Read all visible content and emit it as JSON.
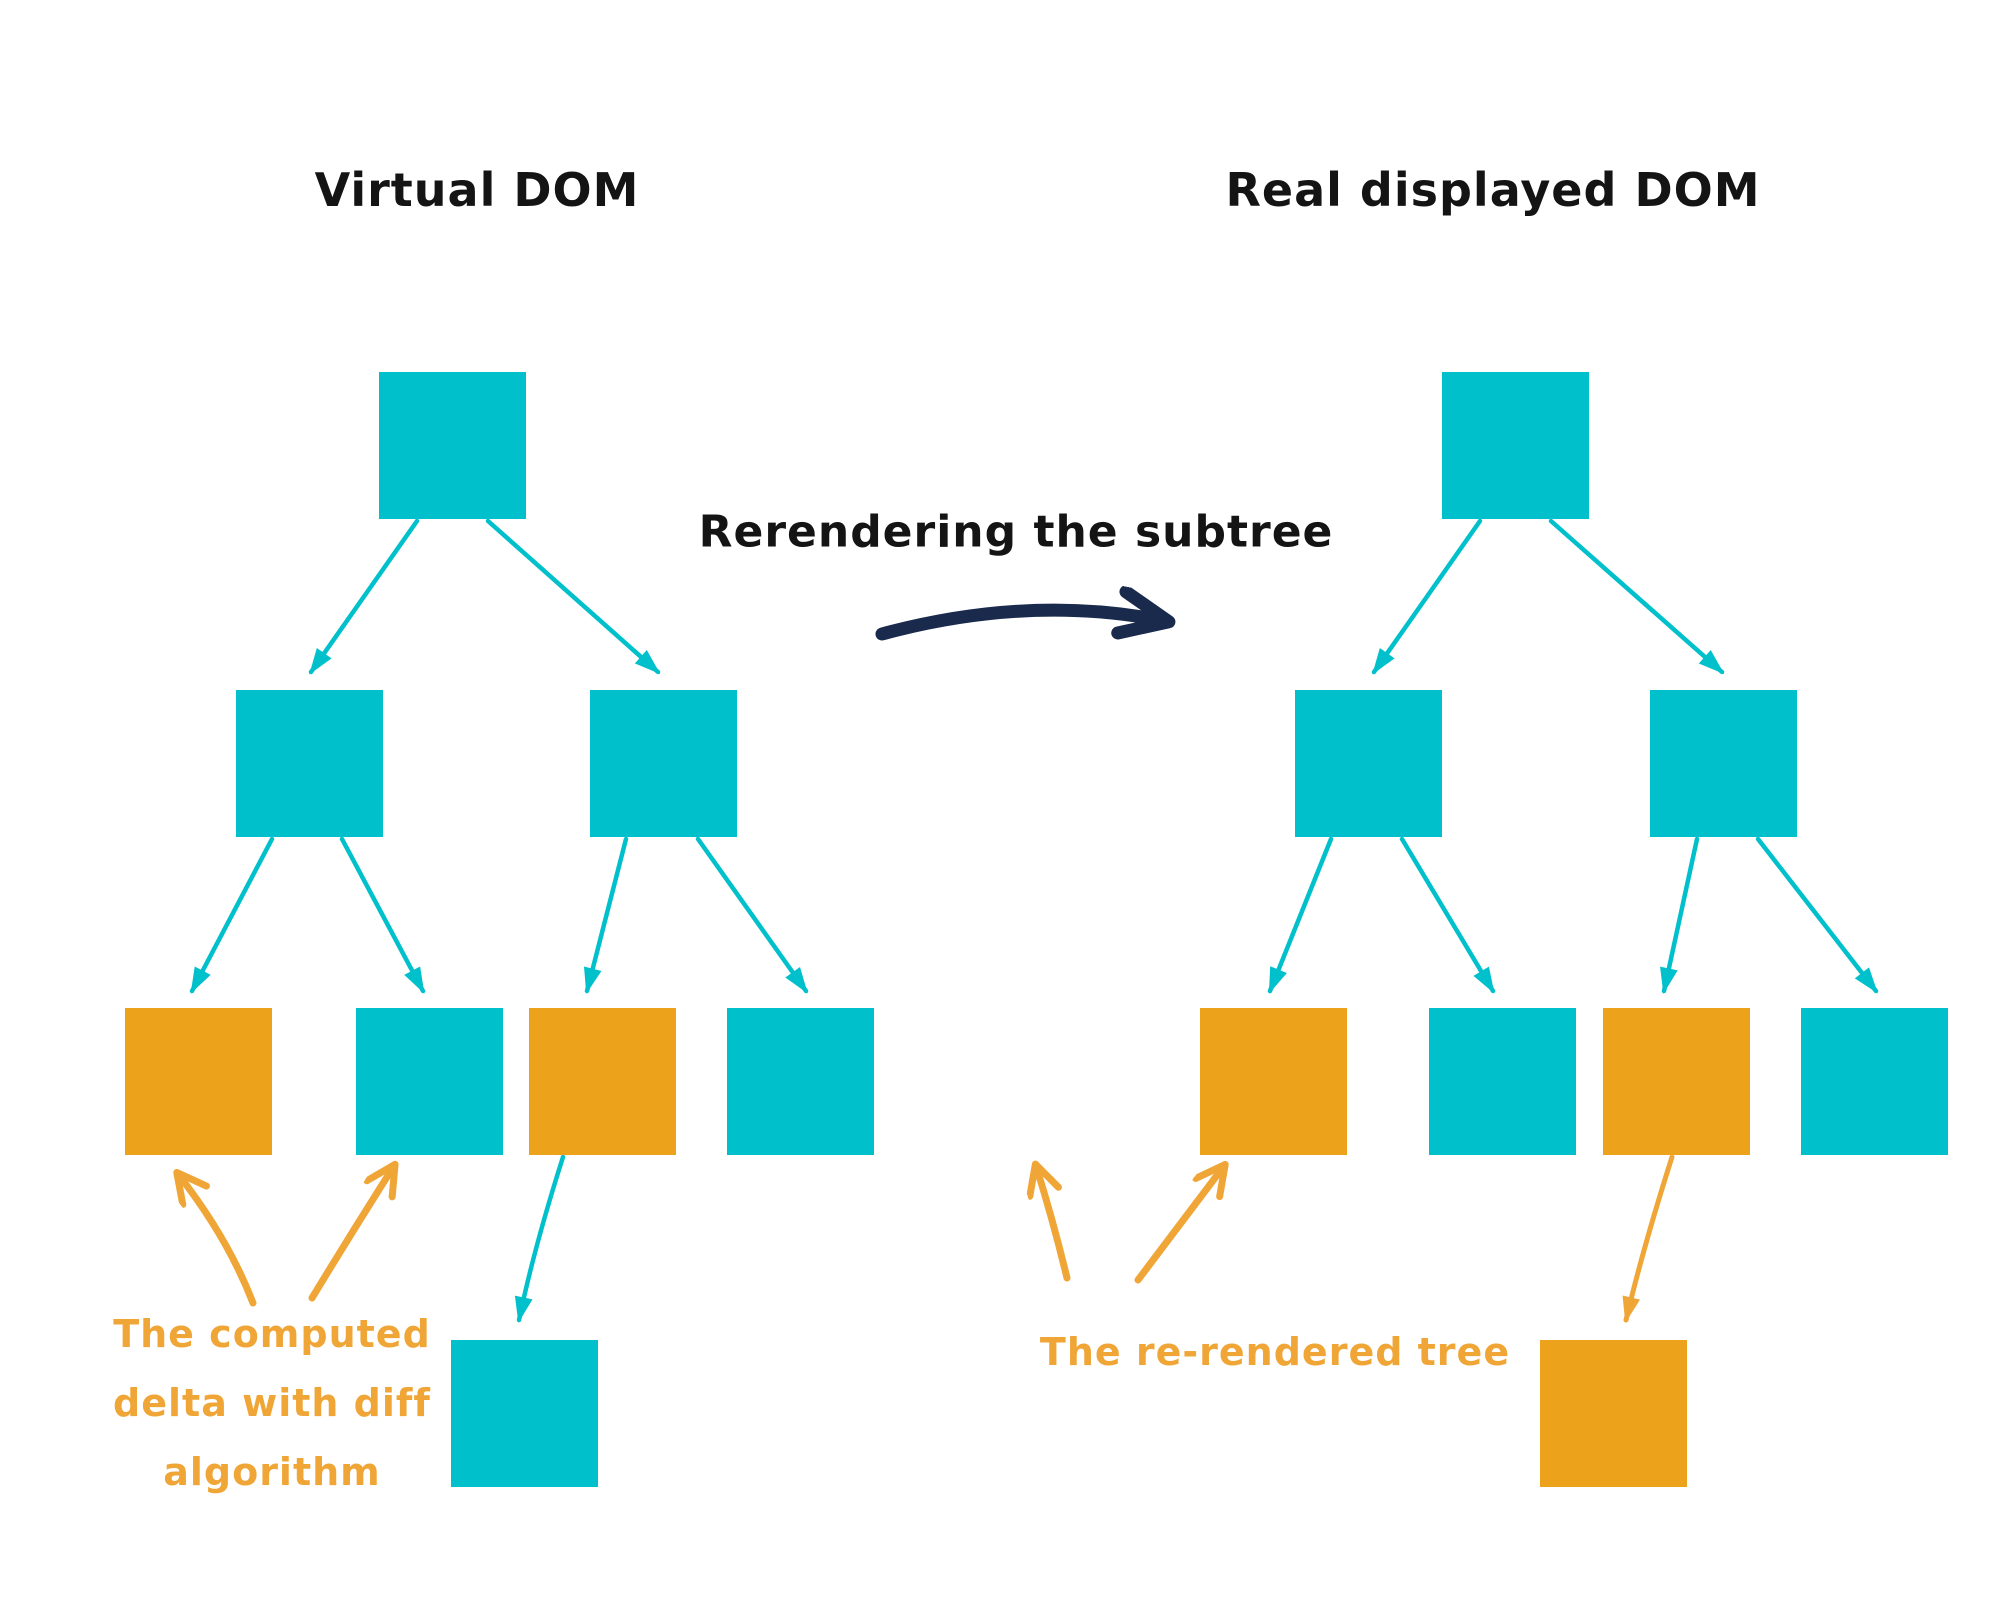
{
  "palette": {
    "cyan": "#00C0CB",
    "orange": "#EDA21C",
    "annotation_orange": "#F0A637",
    "navy": "#1A2A4C",
    "ink": "#141414",
    "bg": "#FFFFFF"
  },
  "transition": {
    "label": "Rerendering the subtree",
    "arrow_icon": "curved-right-arrow"
  },
  "annotations": {
    "left": {
      "line1": "The computed",
      "line2": "delta with diff",
      "line3": "algorithm"
    },
    "right": {
      "text": "The re-rendered tree"
    }
  },
  "trees": {
    "left": {
      "title": "Virtual DOM",
      "nodes": [
        {
          "id": "root",
          "state": "unchanged",
          "color": "#00C0CB"
        },
        {
          "id": "child-left",
          "state": "unchanged",
          "color": "#00C0CB"
        },
        {
          "id": "child-right",
          "state": "unchanged",
          "color": "#00C0CB"
        },
        {
          "id": "leaf-1",
          "state": "changed",
          "color": "#EDA21C"
        },
        {
          "id": "leaf-2",
          "state": "unchanged",
          "color": "#00C0CB"
        },
        {
          "id": "leaf-3",
          "state": "changed",
          "color": "#EDA21C"
        },
        {
          "id": "leaf-4",
          "state": "unchanged",
          "color": "#00C0CB"
        },
        {
          "id": "new-subtree-node",
          "state": "unchanged",
          "color": "#00C0CB"
        }
      ]
    },
    "right": {
      "title": "Real displayed DOM",
      "nodes": [
        {
          "id": "root",
          "state": "unchanged",
          "color": "#00C0CB"
        },
        {
          "id": "child-left",
          "state": "unchanged",
          "color": "#00C0CB"
        },
        {
          "id": "child-right",
          "state": "unchanged",
          "color": "#00C0CB"
        },
        {
          "id": "leaf-1",
          "state": "re-rendered",
          "color": "#EDA21C"
        },
        {
          "id": "leaf-2",
          "state": "unchanged",
          "color": "#00C0CB"
        },
        {
          "id": "leaf-3",
          "state": "re-rendered",
          "color": "#EDA21C"
        },
        {
          "id": "leaf-4",
          "state": "unchanged",
          "color": "#00C0CB"
        },
        {
          "id": "new-subtree-node",
          "state": "re-rendered",
          "color": "#EDA21C"
        }
      ]
    }
  }
}
